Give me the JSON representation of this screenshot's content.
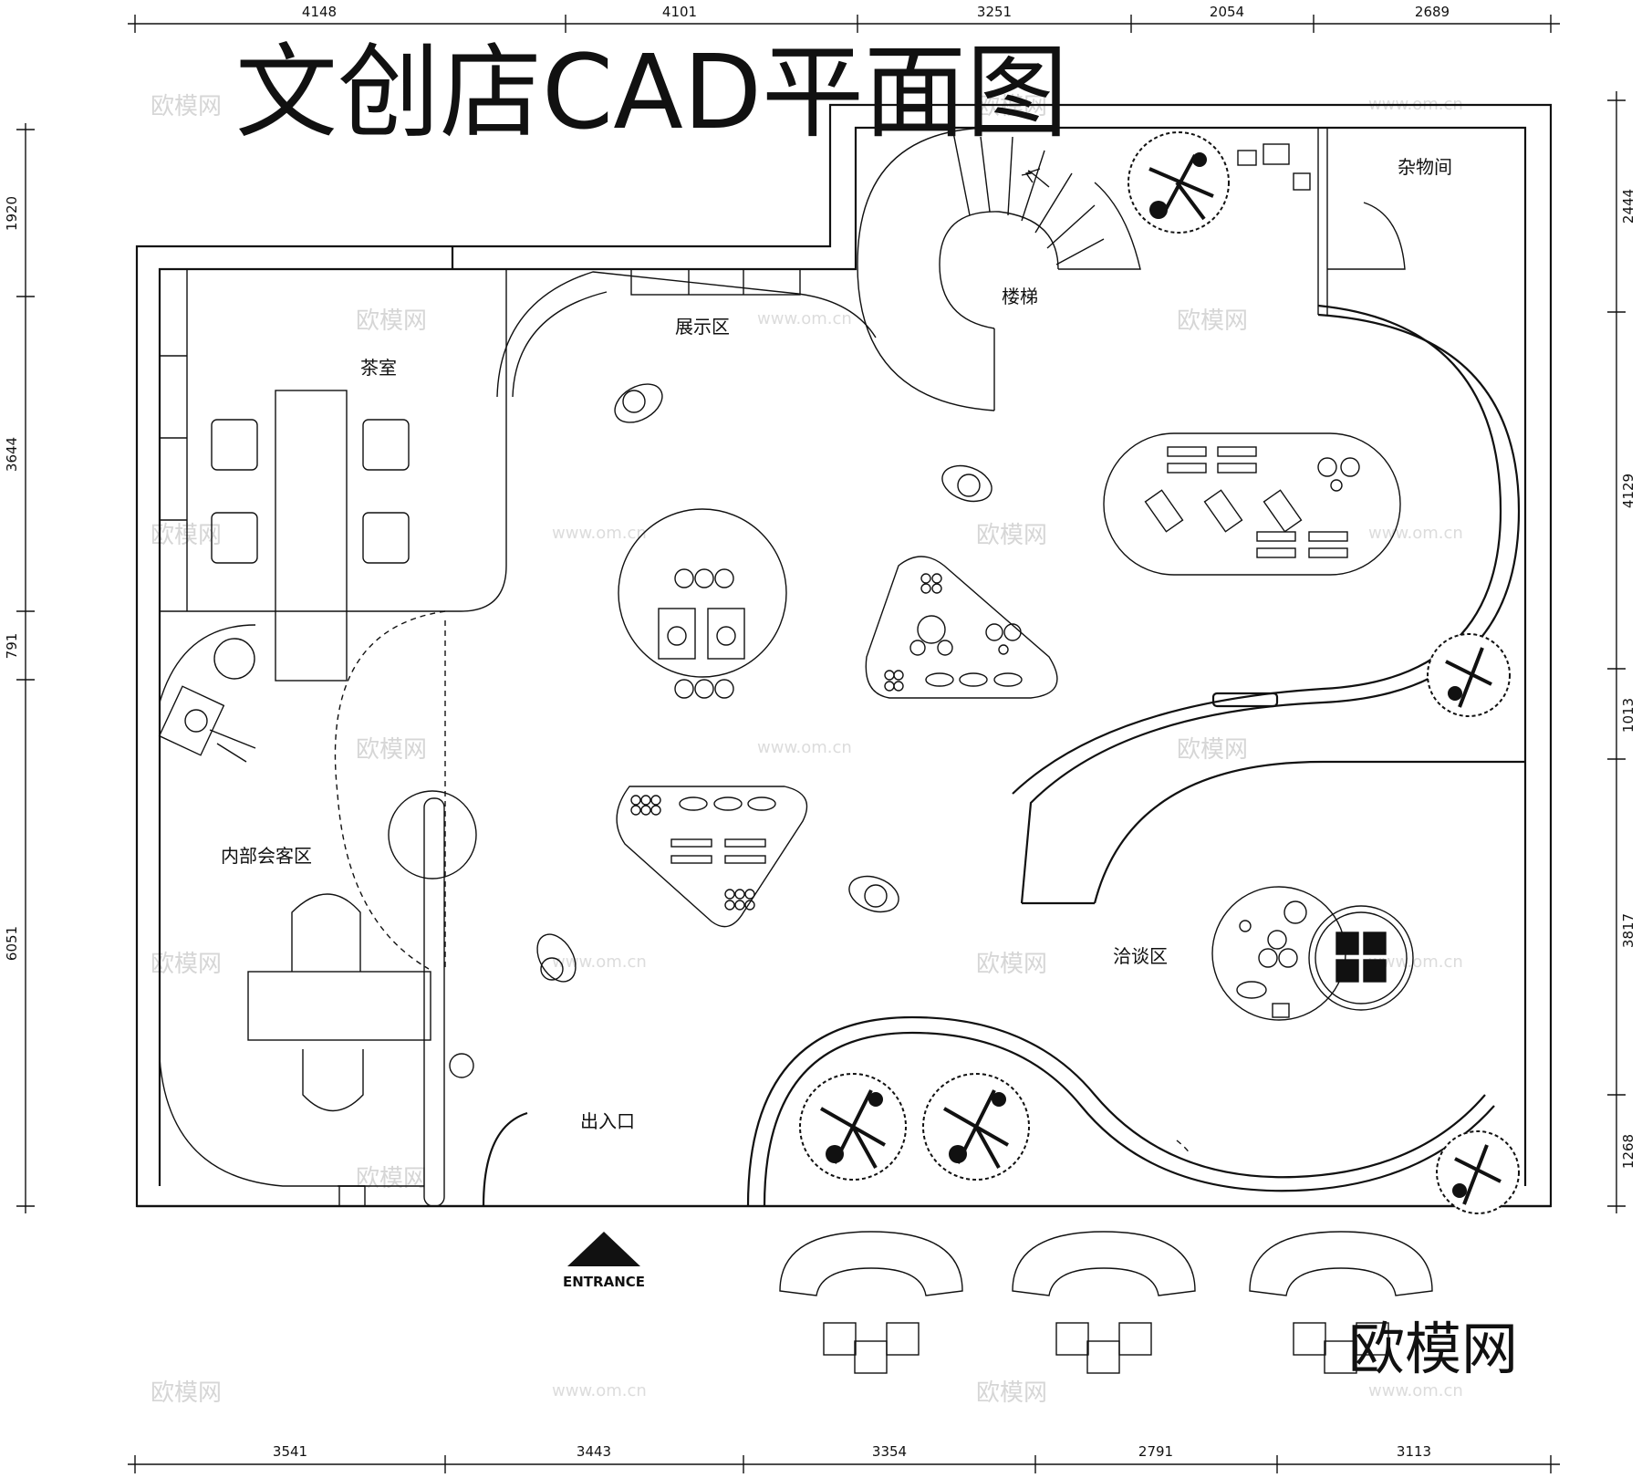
{
  "title": "文创店CAD平面图",
  "brand": "欧模网",
  "watermarks": {
    "logo": "欧模网",
    "url": "www.om.cn"
  },
  "entrance": "ENTRANCE",
  "rooms": {
    "tea_room": "茶室",
    "display_area": "展示区",
    "stairs": "楼梯",
    "storage": "杂物间",
    "internal_reception": "内部会客区",
    "negotiation_area": "洽谈区",
    "entrance_exit": "出入口"
  },
  "dimensions": {
    "top": [
      "4148",
      "4101",
      "3251",
      "2054",
      "2689"
    ],
    "bottom": [
      "3541",
      "3443",
      "3354",
      "2791",
      "3113"
    ],
    "left": [
      "1920",
      "3644",
      "791",
      "6051"
    ],
    "right": [
      "2444",
      "4129",
      "1013",
      "3817",
      "1268"
    ]
  },
  "colors": {
    "line": "#111111",
    "watermark": "#d6d6d6",
    "title": "#333333"
  }
}
